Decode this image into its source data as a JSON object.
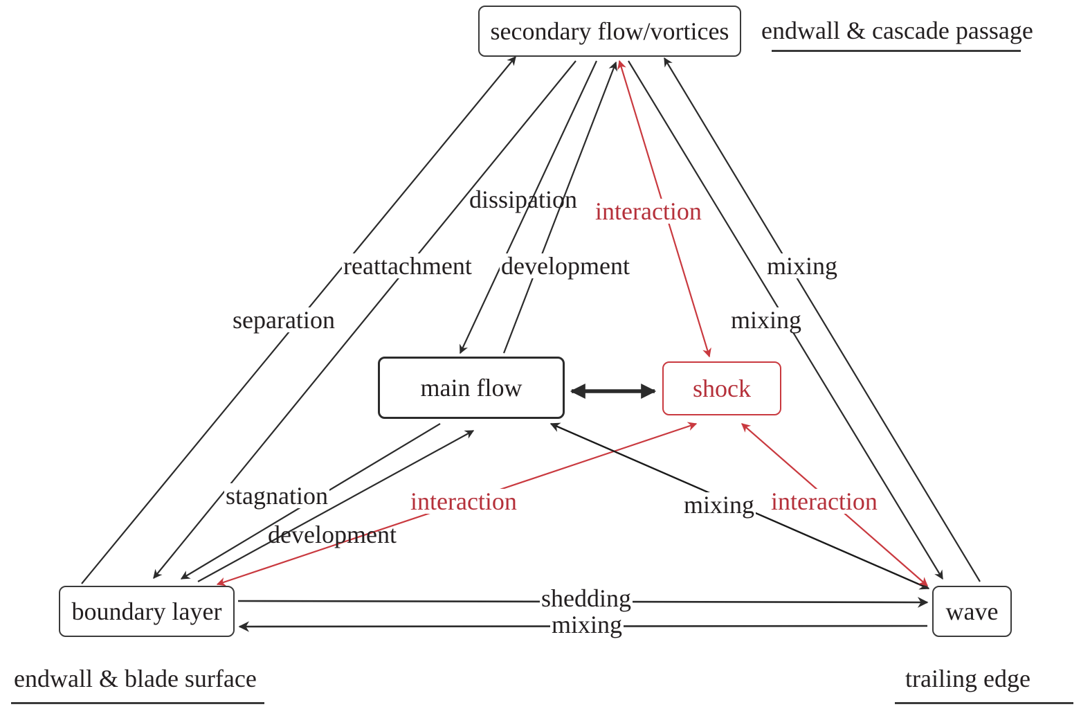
{
  "nodes": {
    "secondary_flow": "secondary flow/vortices",
    "main_flow": "main flow",
    "shock": "shock",
    "boundary_layer": "boundary layer",
    "wave": "wave"
  },
  "regions": {
    "top_right": "endwall & cascade passage",
    "bottom_left": "endwall & blade surface",
    "bottom_right": "trailing edge"
  },
  "edge_labels": {
    "separation": "separation",
    "reattachment": "reattachment",
    "dissipation": "dissipation",
    "development_top": "development",
    "interaction_top": "interaction",
    "mixing_upper": "mixing",
    "mixing_lower": "mixing",
    "stagnation": "stagnation",
    "development_bottom": "development",
    "interaction_left": "interaction",
    "mixing_center": "mixing",
    "interaction_right": "interaction",
    "shedding": "shedding",
    "mixing_bottom": "mixing"
  },
  "edges": [
    {
      "from": "boundary layer",
      "to": "secondary flow/vortices",
      "label": "separation",
      "color": "black"
    },
    {
      "from": "secondary flow/vortices",
      "to": "boundary layer",
      "label": "reattachment",
      "color": "black"
    },
    {
      "from": "secondary flow/vortices",
      "to": "main flow",
      "label": "dissipation",
      "color": "black"
    },
    {
      "from": "main flow",
      "to": "secondary flow/vortices",
      "label": "development",
      "color": "black"
    },
    {
      "from": "shock",
      "to": "secondary flow/vortices",
      "label": "interaction",
      "color": "red",
      "bidirectional": true
    },
    {
      "from": "secondary flow/vortices",
      "to": "wave",
      "label": "mixing",
      "color": "black"
    },
    {
      "from": "wave",
      "to": "secondary flow/vortices",
      "label": "mixing",
      "color": "black"
    },
    {
      "from": "main flow",
      "to": "boundary layer",
      "label": "stagnation",
      "color": "black"
    },
    {
      "from": "boundary layer",
      "to": "main flow",
      "label": "development",
      "color": "black"
    },
    {
      "from": "shock",
      "to": "boundary layer",
      "label": "interaction",
      "color": "red",
      "bidirectional": true
    },
    {
      "from": "main flow",
      "to": "shock",
      "label": "",
      "color": "black",
      "bidirectional": true
    },
    {
      "from": "wave",
      "to": "main flow",
      "label": "mixing",
      "color": "black",
      "bidirectional": true
    },
    {
      "from": "wave",
      "to": "shock",
      "label": "interaction",
      "color": "red",
      "bidirectional": true
    },
    {
      "from": "boundary layer",
      "to": "wave",
      "label": "shedding",
      "color": "black"
    },
    {
      "from": "wave",
      "to": "boundary layer",
      "label": "mixing",
      "color": "black"
    }
  ],
  "colors": {
    "black_line": "#2b2b2b",
    "red_line": "#c9393f",
    "red_text": "#b5303a"
  }
}
